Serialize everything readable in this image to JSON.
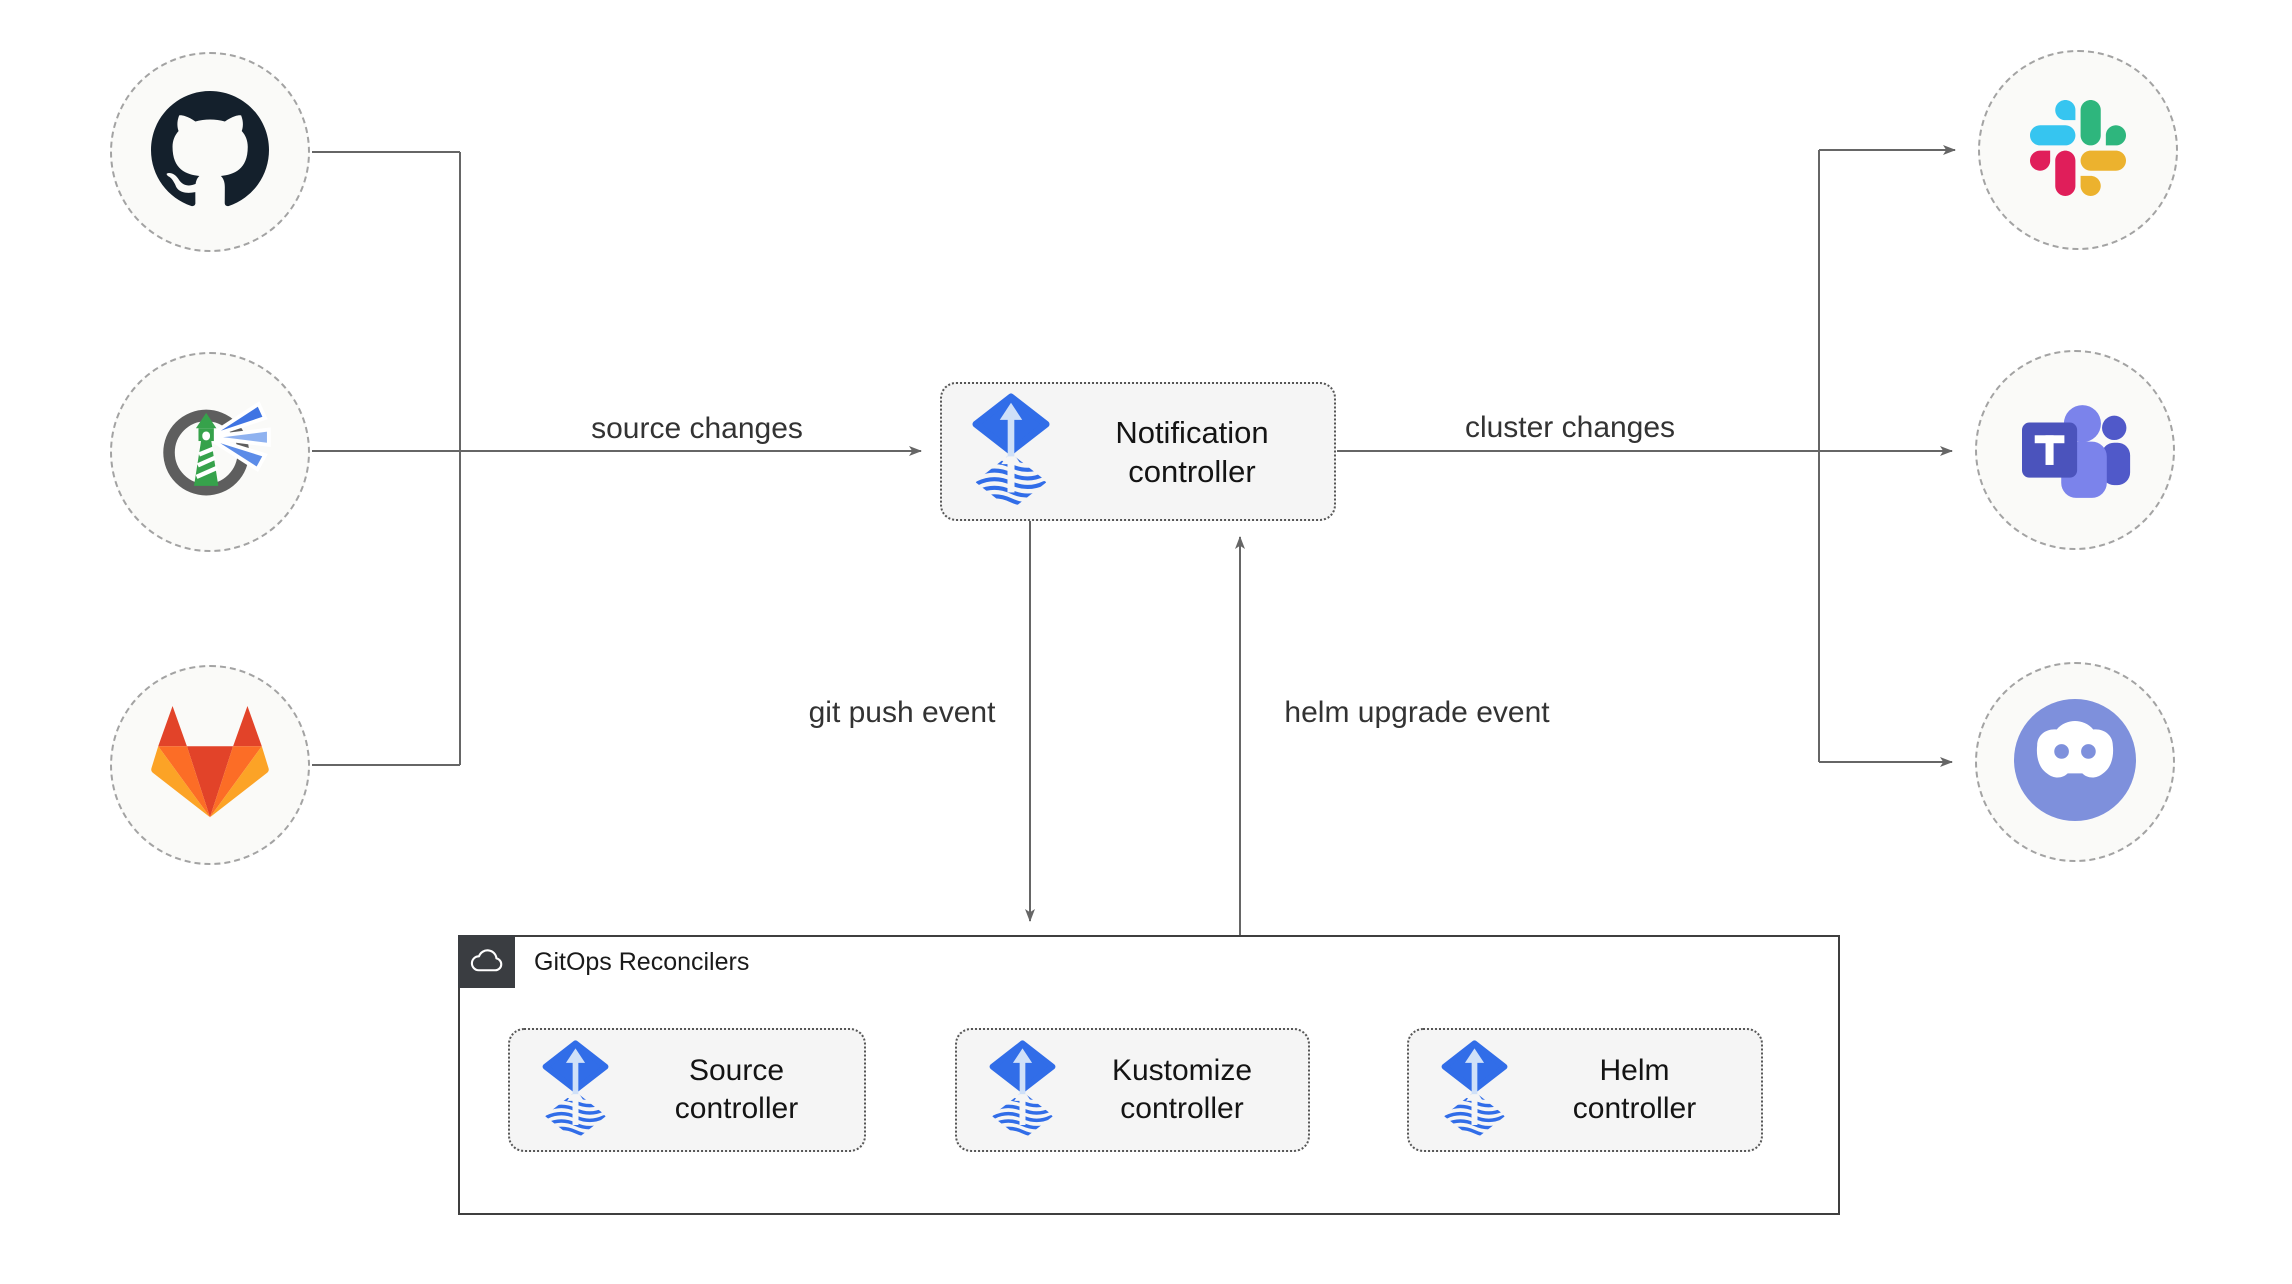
{
  "diagram": {
    "kind": "flux-notification-architecture",
    "nodes": {
      "notification": {
        "label": "Notification controller"
      },
      "gitops": {
        "title": "GitOps Reconcilers",
        "controllers": [
          {
            "label": "Source controller"
          },
          {
            "label": "Kustomize controller"
          },
          {
            "label": "Helm controller"
          }
        ]
      },
      "sources": [
        {
          "icon": "github-icon"
        },
        {
          "icon": "harbor-icon"
        },
        {
          "icon": "gitlab-icon"
        }
      ],
      "targets": [
        {
          "icon": "slack-icon"
        },
        {
          "icon": "teams-icon"
        },
        {
          "icon": "discord-icon"
        }
      ]
    },
    "edges": {
      "source_changes": "source changes",
      "cluster_changes": "cluster changes",
      "git_push": "git push event",
      "helm_upgrade": "helm upgrade event"
    },
    "colors": {
      "flux_blue": "#316de8",
      "flux_arrow_light": "#cfe0f8",
      "connector": "#666666",
      "box_fill": "#f5f5f5",
      "badge_dark": "#3a3d41",
      "circle_fill": "#fafaf8",
      "slack": [
        "#36c5f0",
        "#2eb67d",
        "#ecb22e",
        "#e01e5a"
      ],
      "gitlab": [
        "#e24329",
        "#fc6d26",
        "#fca326"
      ],
      "teams": [
        "#4b53bc",
        "#7b83eb",
        "#5059c9"
      ],
      "discord": "#7e90dc",
      "harbor_green": "#36a24b",
      "github_dark": "#14202c"
    }
  }
}
